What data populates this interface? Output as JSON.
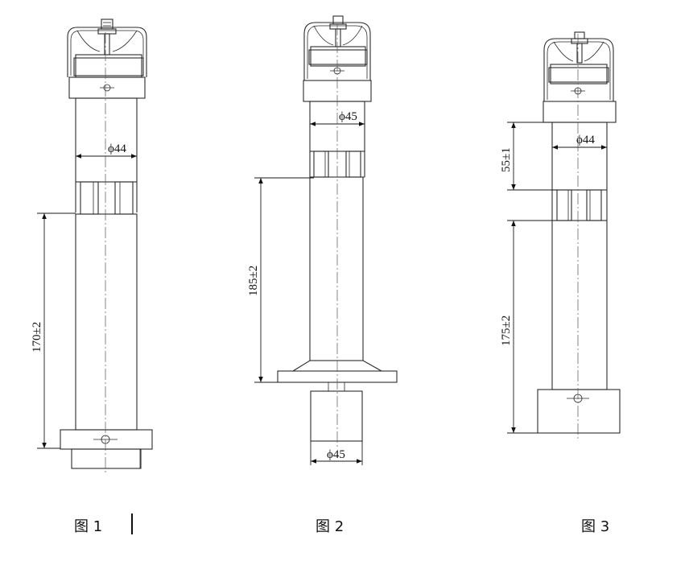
{
  "figures": [
    {
      "caption": "图 1",
      "diameter_label": "ϕ44",
      "length_label": "170±2"
    },
    {
      "caption": "图 2",
      "diameter_label": "ϕ45",
      "length_label": "185±2",
      "bottom_diameter_label": "ϕ45"
    },
    {
      "caption": "图 3",
      "diameter_label": "ϕ44",
      "length_label": "175±2",
      "upper_length_label": "55±1"
    }
  ]
}
